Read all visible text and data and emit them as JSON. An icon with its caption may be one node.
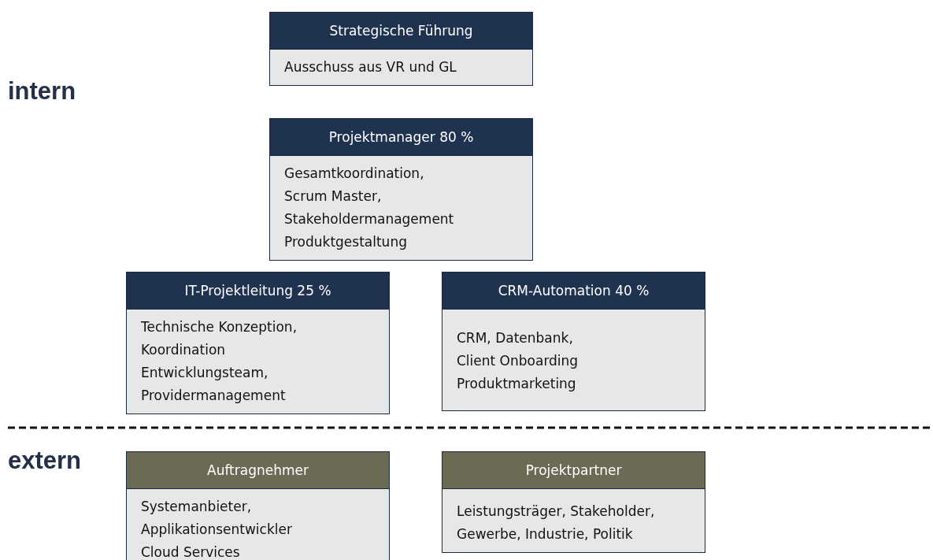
{
  "diagram": {
    "nodes": [
      {
        "text": [
          "Strategische Führung",
          "Ausschuss aus VR und GL"
        ]
      },
      {
        "text": [
          "Projektmanager 80 %",
          "Gesamtkoordination, Scrum Master, Stakeholdermanagement Produktgestaltung"
        ]
      },
      {
        "text": [
          "IT-Projektleitung 25  %",
          "Technische Konzeption, Koordination Entwicklungsteam, Providermanagement"
        ]
      },
      {
        "text": [
          "CRM-Automation 40 %",
          "CRM, Datenbank, Client Onboarding Produktmarketing"
        ]
      },
      {
        "text": [
          "Auftragnehmer",
          "Systemanbieter, Applikationsentwickler Cloud Services"
        ]
      },
      {
        "text": [
          "Projektpartner",
          "Leistungsträger, Stakeholder, Gewerbe, Industrie, Politik"
        ]
      }
    ],
    "edges": [],
    "labels": [
      "intern",
      "extern"
    ]
  }
}
